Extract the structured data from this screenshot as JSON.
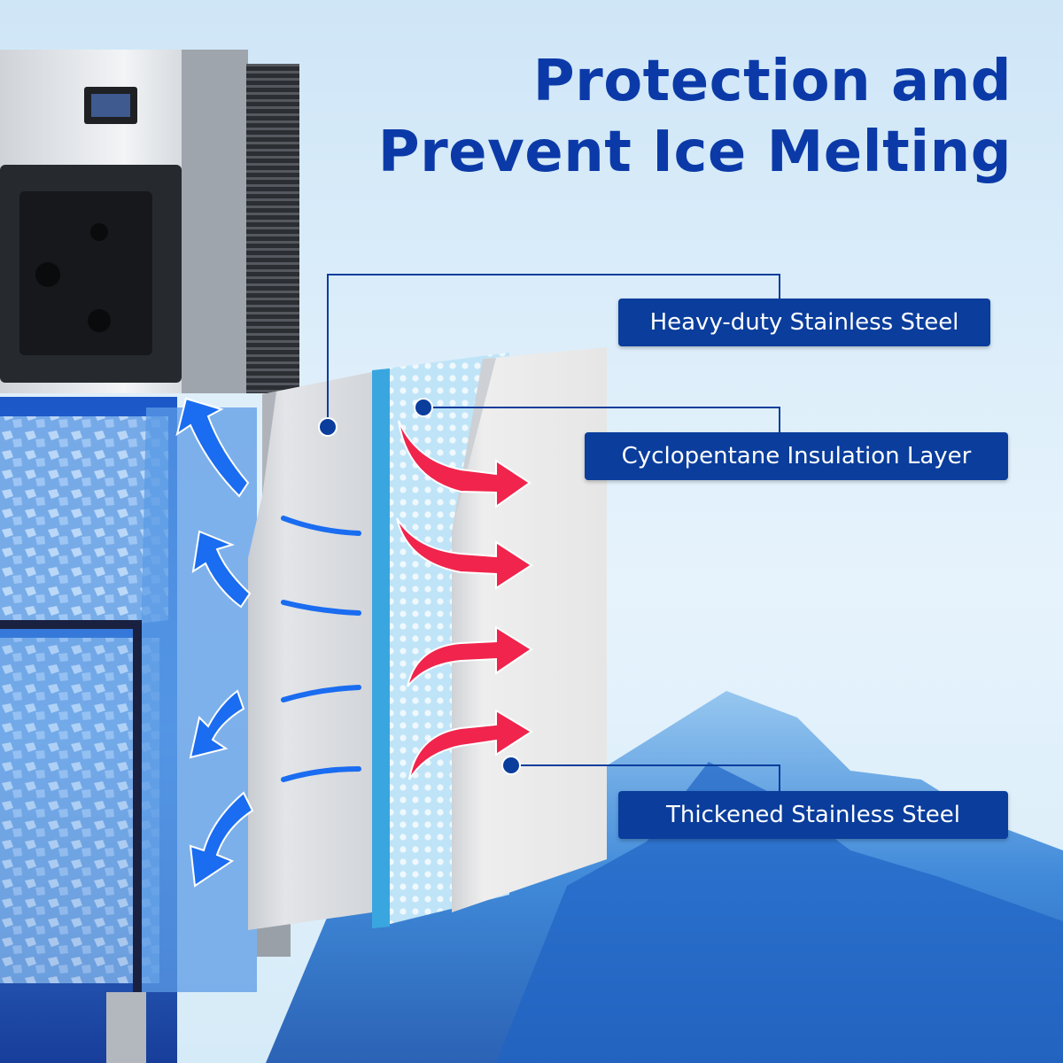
{
  "headline": {
    "line1": "Protection and",
    "line2": "Prevent Ice Melting"
  },
  "layers": [
    {
      "label": "Heavy-duty Stainless Steel"
    },
    {
      "label": "Cyclopentane Insulation Layer"
    },
    {
      "label": "Thickened Stainless Steel"
    }
  ],
  "colors": {
    "headline": "#0b3aa8",
    "label_bg": "#0a3d9c",
    "cold_arrow": "#1a6cf0",
    "heat_arrow": "#f0244c"
  },
  "icons": [
    "cold-air-arrow-icon",
    "heat-arrow-icon",
    "callout-dot-icon"
  ]
}
